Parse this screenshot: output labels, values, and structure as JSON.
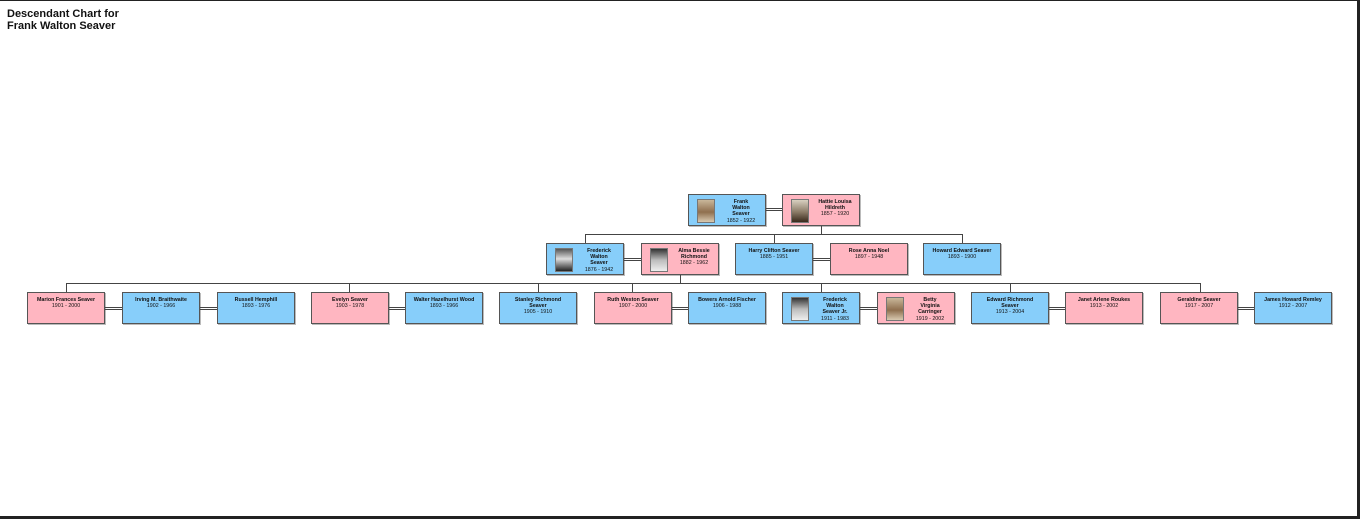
{
  "chart": {
    "title_line1": "Descendant Chart for",
    "title_line2": "Frank Walton Seaver"
  },
  "colors": {
    "male": "#87cefa",
    "female": "#ffb6c1",
    "line": "#444444"
  },
  "generation1": [
    {
      "name": "Frank Walton Seaver",
      "name_lines": [
        "Frank",
        "Walton",
        "Seaver"
      ],
      "dates": "1852 - 1922",
      "sex": "male",
      "photo": true
    },
    {
      "name": "Hattie Louisa Hildreth",
      "name_lines": [
        "Hattie Louisa",
        "Hildreth"
      ],
      "dates": "1857 - 1920",
      "sex": "female",
      "photo": true
    }
  ],
  "generation2": [
    {
      "name": "Frederick Walton Seaver",
      "name_lines": [
        "Frederick",
        "Walton",
        "Seaver"
      ],
      "dates": "1876 - 1942",
      "sex": "male",
      "photo": true
    },
    {
      "name": "Alma Bessie Richmond",
      "name_lines": [
        "Alma Bessie",
        "Richmond"
      ],
      "dates": "1882 - 1962",
      "sex": "female",
      "photo": true
    },
    {
      "name": "Harry Clifton Seaver",
      "dates": "1885 - 1951",
      "sex": "male"
    },
    {
      "name": "Rose Anna Noel",
      "dates": "1897 - 1948",
      "sex": "female"
    },
    {
      "name": "Howard Edward Seaver",
      "dates": "1893 - 1900",
      "sex": "male"
    }
  ],
  "generation3": [
    {
      "name": "Marion Frances Seaver",
      "dates": "1901 - 2000",
      "sex": "female"
    },
    {
      "name": "Irving M. Braithwaite",
      "dates": "1902 - 1966",
      "sex": "male"
    },
    {
      "name": "Russell Hemphill",
      "dates": "1893 - 1976",
      "sex": "male"
    },
    {
      "name": "Evelyn Seaver",
      "dates": "1903 - 1978",
      "sex": "female"
    },
    {
      "name": "Walter Hazelhurst Wood",
      "dates": "1893 - 1966",
      "sex": "male"
    },
    {
      "name": "Stanley Richmond Seaver",
      "name_lines": [
        "Stanley Richmond",
        "Seaver"
      ],
      "dates": "1905 - 1910",
      "sex": "male"
    },
    {
      "name": "Ruth Weston Seaver",
      "dates": "1907 - 2000",
      "sex": "female"
    },
    {
      "name": "Bowers Arnold Fischer",
      "dates": "1906 - 1988",
      "sex": "male"
    },
    {
      "name": "Frederick Walton Seaver Jr.",
      "name_lines": [
        "Frederick",
        "Walton",
        "Seaver Jr."
      ],
      "dates": "1911 - 1983",
      "sex": "male",
      "photo": true
    },
    {
      "name": "Betty Virginia Carringer",
      "name_lines": [
        "Betty",
        "Virginia",
        "Carringer"
      ],
      "dates": "1919 - 2002",
      "sex": "female",
      "photo": true
    },
    {
      "name": "Edward Richmond Seaver",
      "name_lines": [
        "Edward Richmond",
        "Seaver"
      ],
      "dates": "1913 - 2004",
      "sex": "male"
    },
    {
      "name": "Janet Arlene Roukes",
      "dates": "1913 - 2002",
      "sex": "female"
    },
    {
      "name": "Geraldine Seaver",
      "dates": "1917 - 2007",
      "sex": "female"
    },
    {
      "name": "James Howard Remley",
      "dates": "1912 - 2007",
      "sex": "male"
    }
  ]
}
